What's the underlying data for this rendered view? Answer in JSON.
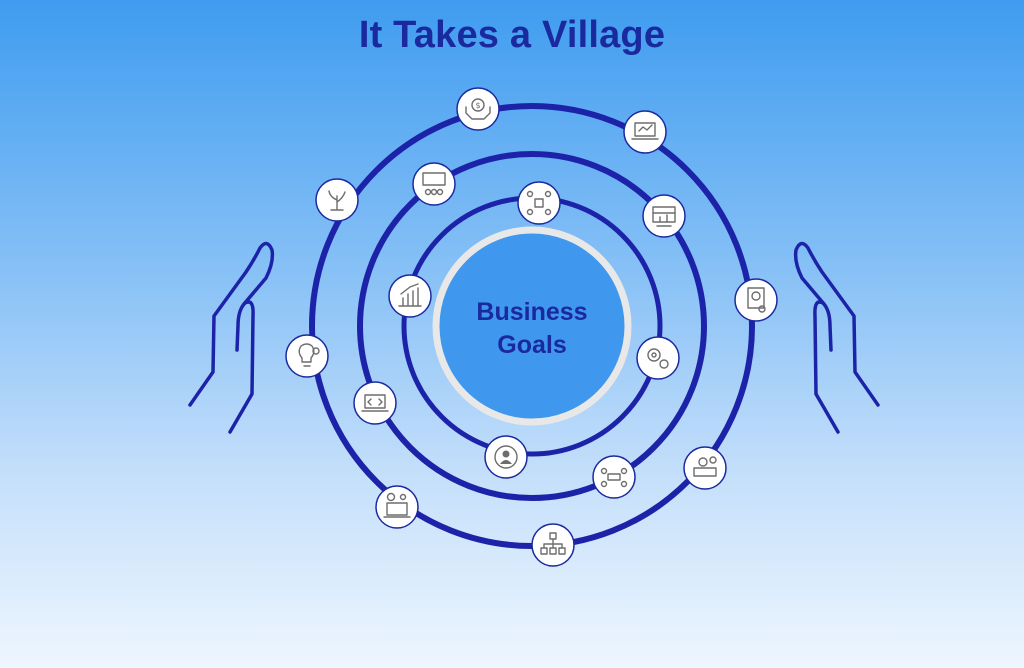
{
  "title": "It Takes a Village",
  "center": {
    "line1": "Business",
    "line2": "Goals"
  },
  "colors": {
    "ring": "#1c23a8",
    "title": "#1a2a9e",
    "center_fill": "#3f97ee",
    "center_border": "#e8e8e8",
    "node_fill": "#ffffff",
    "icon_stroke": "#6d6d6d"
  },
  "rings": [
    {
      "name": "inner",
      "icons": [
        "team-network-icon",
        "growth-chart-icon",
        "settings-gears-icon",
        "user-cycle-icon"
      ]
    },
    {
      "name": "middle",
      "icons": [
        "strategy-board-icon",
        "marketing-dashboard-icon",
        "coding-laptop-icon",
        "team-meeting-icon",
        "product-box-icon"
      ]
    },
    {
      "name": "outer",
      "icons": [
        "money-hands-icon",
        "analytics-laptop-icon",
        "certificate-icon",
        "calendar-desk-icon",
        "org-chart-icon",
        "idea-laptop-icon",
        "idea-bulb-icon",
        "creative-plant-icon"
      ]
    }
  ],
  "hands": [
    "left-hand-icon",
    "right-hand-icon"
  ]
}
